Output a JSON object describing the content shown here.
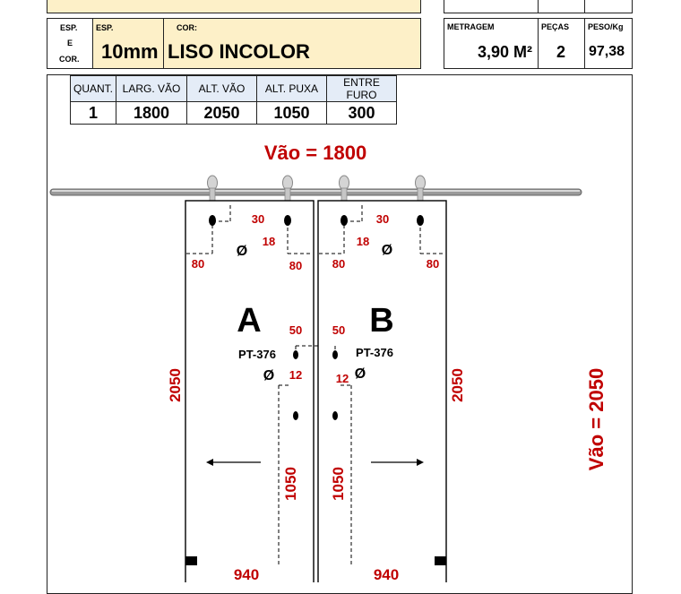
{
  "header": {
    "esp_e_cor_label": [
      "ESP.",
      "E",
      "COR."
    ],
    "esp_label": "ESP.",
    "esp_value": "10mm",
    "cor_label": "COR:",
    "cor_value": "LISO INCOLOR",
    "metragem_label": "METRAGEM",
    "metragem_value": "3,90 M²",
    "pecas_label": "PEÇAS",
    "pecas_value": "2",
    "peso_label": "PESO/Kg",
    "peso_value": "97,38"
  },
  "measures": {
    "headers": [
      "QUANT.",
      "LARG. VÃO",
      "ALT. VÃO",
      "ALT. PUXA",
      "ENTRE FURO"
    ],
    "values": [
      "1",
      "1800",
      "2050",
      "1050",
      "300"
    ]
  },
  "drawing": {
    "vao_width_label": "Vão = 1800",
    "vao_height_label": "Vão = 2050",
    "panel_a": {
      "letter": "A",
      "handle_code": "PT-376",
      "height": "2050",
      "width": "940",
      "hole_diameter": "Ø",
      "dim_30": "30",
      "dim_18": "18",
      "dim_80_left": "80",
      "dim_80_right": "80",
      "dim_50": "50",
      "dim_12": "12",
      "dim_1050": "1050"
    },
    "panel_b": {
      "letter": "B",
      "handle_code": "PT-376",
      "height": "2050",
      "width": "940",
      "hole_diameter": "Ø",
      "dim_30": "30",
      "dim_18": "18",
      "dim_80_left": "80",
      "dim_80_right": "80",
      "dim_50": "50",
      "dim_12": "12",
      "dim_1050": "1050"
    },
    "colors": {
      "dimension": "#c00000",
      "line": "#000000",
      "rail": "#9a9a9a",
      "highlight": "#fdf0c8"
    }
  }
}
